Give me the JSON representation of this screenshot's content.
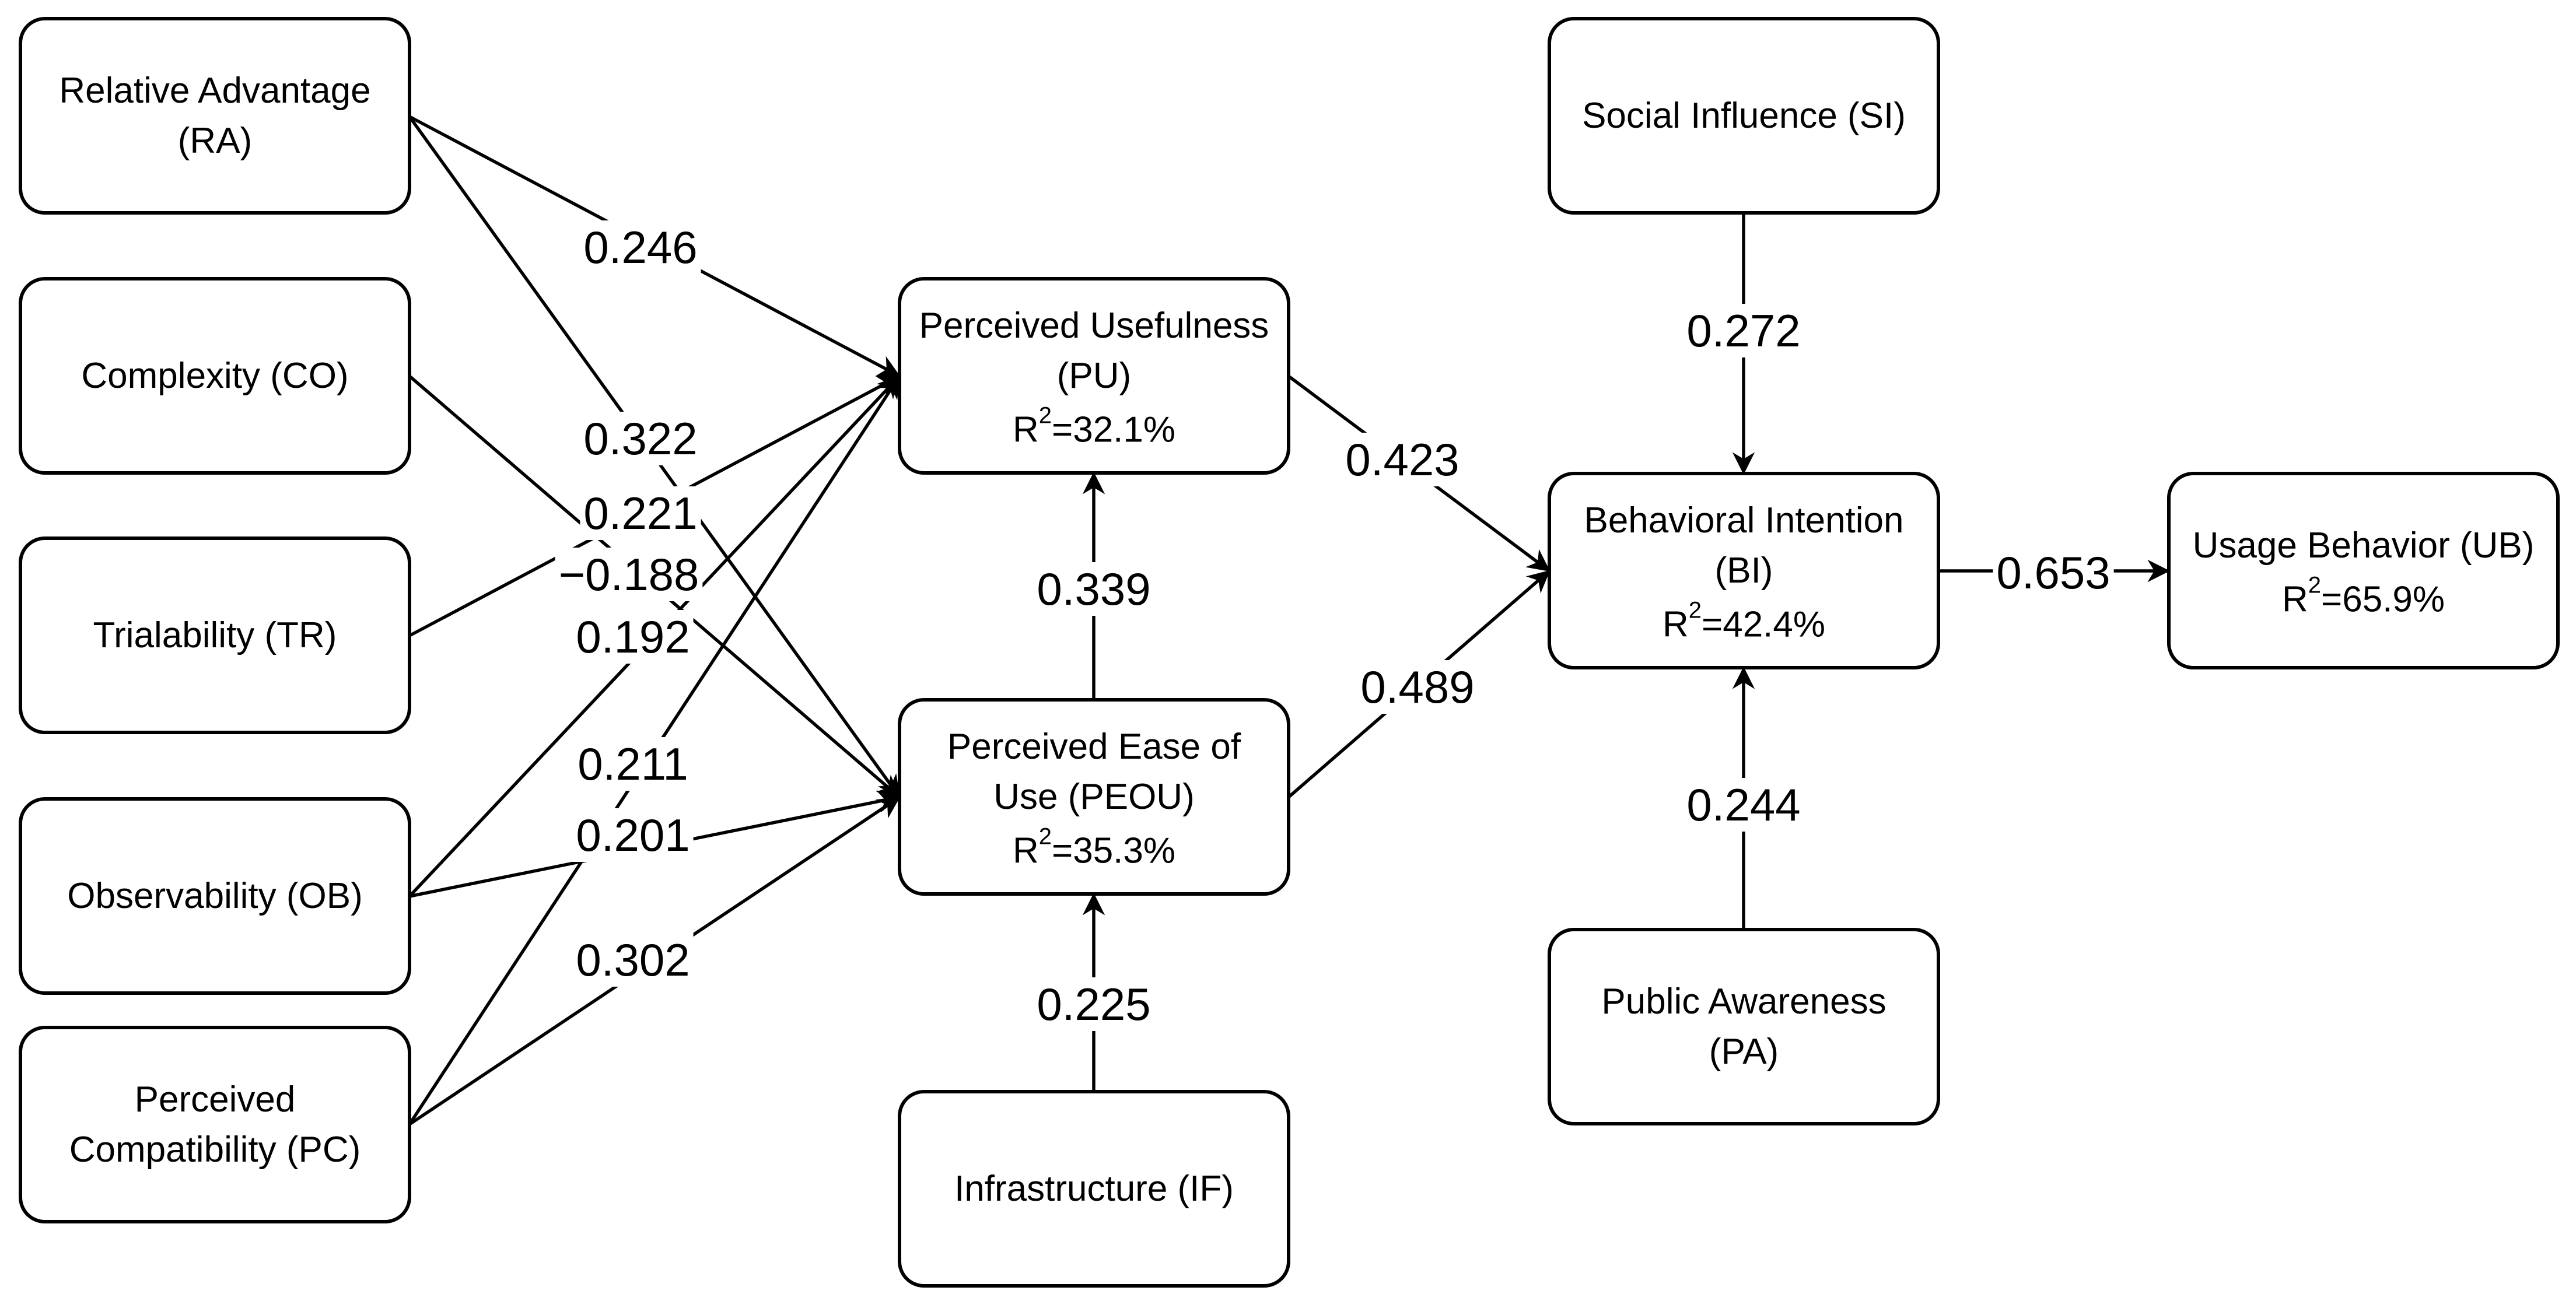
{
  "colors": {
    "stroke": "#000000",
    "fill": "#ffffff",
    "text": "#000000"
  },
  "nodes": {
    "ra": {
      "lines": [
        "Relative Advantage",
        "(RA)"
      ]
    },
    "co": {
      "lines": [
        "Complexity (CO)"
      ]
    },
    "tr": {
      "lines": [
        "Trialability (TR)"
      ]
    },
    "ob": {
      "lines": [
        "Observability (OB)"
      ]
    },
    "pc": {
      "lines": [
        "Perceived",
        "Compatibility (PC)"
      ]
    },
    "pu": {
      "lines": [
        "Perceived Usefulness",
        "(PU)"
      ],
      "r2": "=32.1%"
    },
    "peou": {
      "lines": [
        "Perceived Ease of",
        "Use (PEOU)"
      ],
      "r2": "=35.3%"
    },
    "inf": {
      "lines": [
        "Infrastructure (IF)"
      ]
    },
    "si": {
      "lines": [
        "Social Influence (SI)"
      ]
    },
    "bi": {
      "lines": [
        "Behavioral Intention",
        "(BI)"
      ],
      "r2": "=42.4%"
    },
    "pa": {
      "lines": [
        "Public Awareness",
        "(PA)"
      ]
    },
    "ub": {
      "lines": [
        "Usage Behavior (UB)"
      ],
      "r2": "=65.9%"
    }
  },
  "r2_label": {
    "base": "R",
    "sup": "2"
  },
  "paths": [
    {
      "from": "ra",
      "to": "pu",
      "coef": "0.246"
    },
    {
      "from": "ra",
      "to": "peou",
      "coef": "0.322"
    },
    {
      "from": "tr",
      "to": "pu",
      "coef": "0.221"
    },
    {
      "from": "co",
      "to": "peou",
      "coef": "−0.188"
    },
    {
      "from": "ob",
      "to": "pu",
      "coef": "0.192"
    },
    {
      "from": "pc",
      "to": "pu",
      "coef": "0.211"
    },
    {
      "from": "ob",
      "to": "peou",
      "coef": "0.201"
    },
    {
      "from": "pc",
      "to": "peou",
      "coef": "0.302"
    },
    {
      "from": "peou",
      "to": "pu",
      "coef": "0.339"
    },
    {
      "from": "inf",
      "to": "peou",
      "coef": "0.225"
    },
    {
      "from": "pu",
      "to": "bi",
      "coef": "0.423"
    },
    {
      "from": "peou",
      "to": "bi",
      "coef": "0.489"
    },
    {
      "from": "si",
      "to": "bi",
      "coef": "0.272"
    },
    {
      "from": "pa",
      "to": "bi",
      "coef": "0.244"
    },
    {
      "from": "bi",
      "to": "ub",
      "coef": "0.653"
    }
  ]
}
